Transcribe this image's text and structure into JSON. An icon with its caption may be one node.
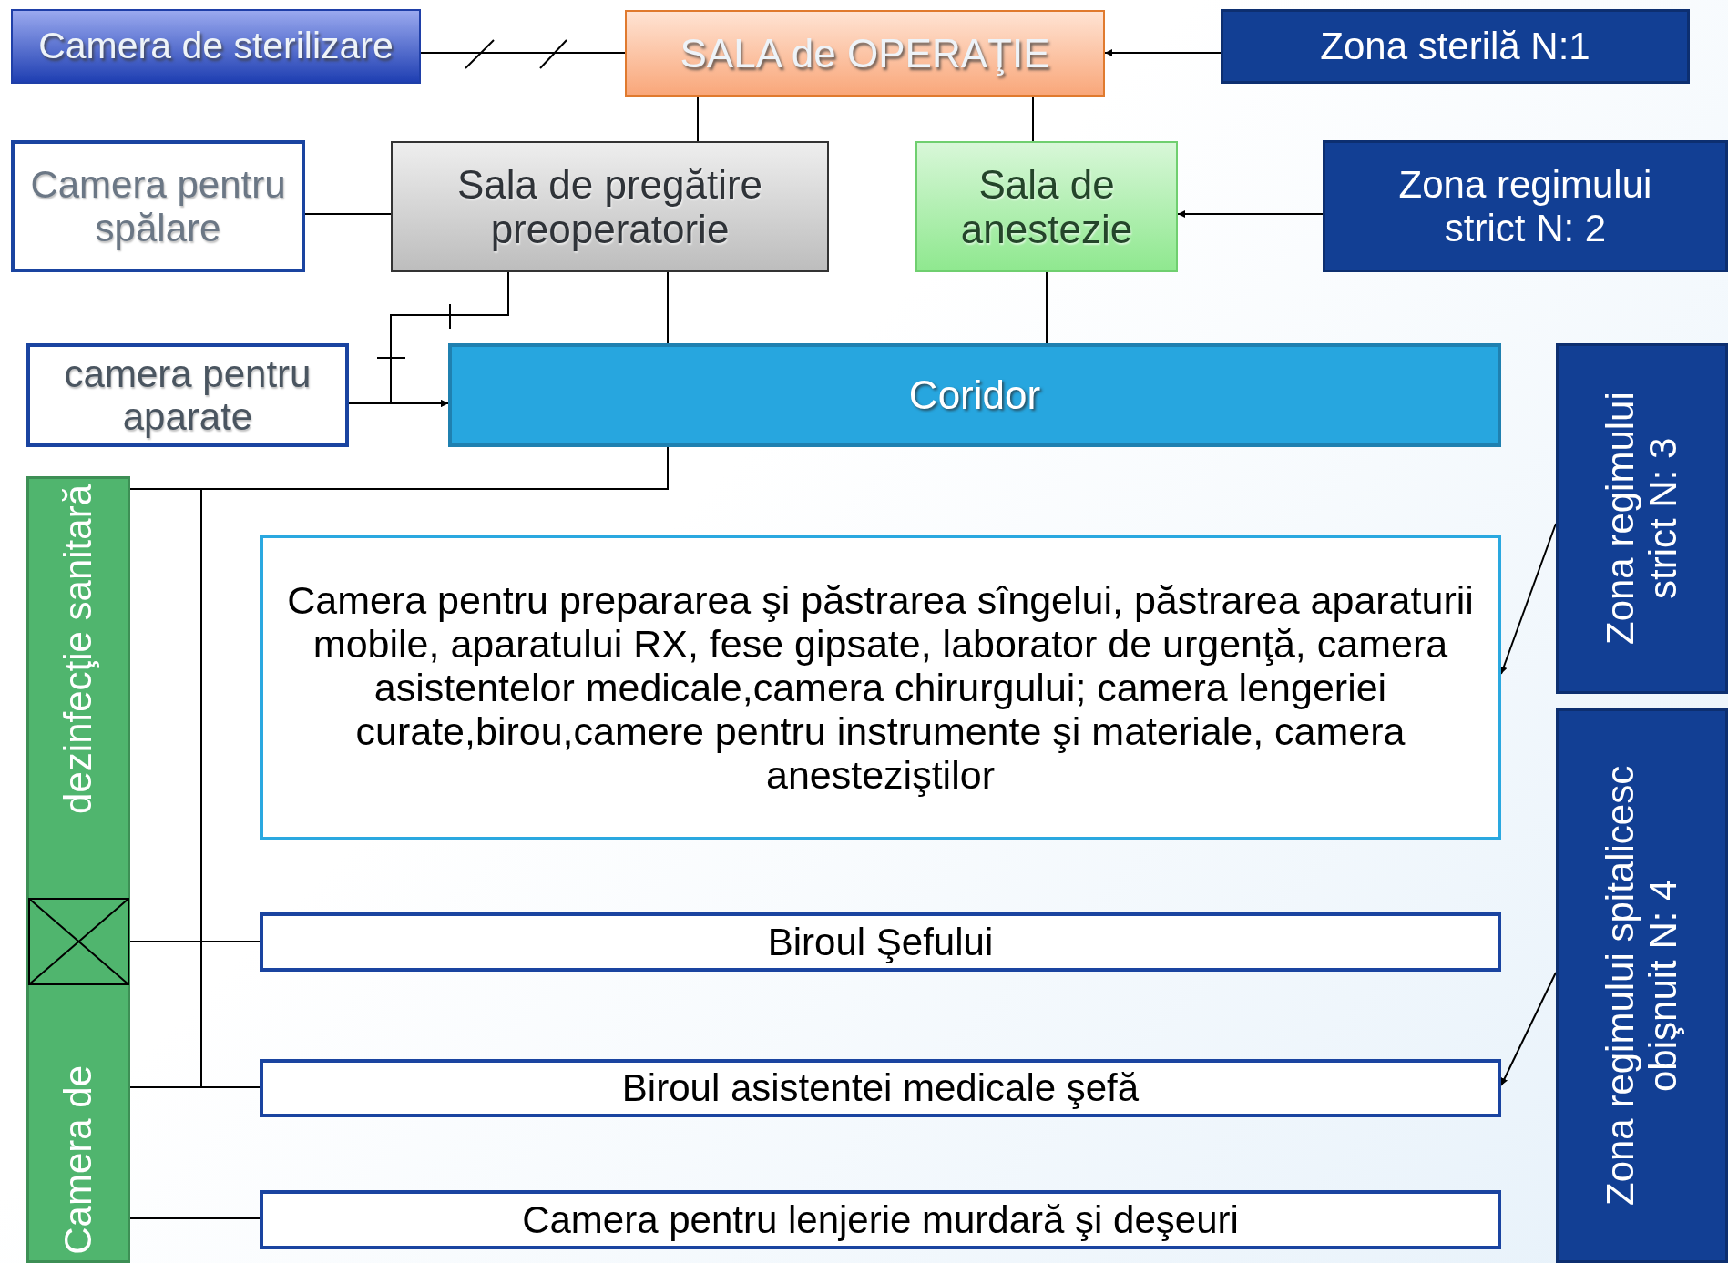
{
  "diagram": {
    "nodes": [
      {
        "text": [
          "Camera de sterilizare"
        ]
      },
      {
        "text": [
          "SALA de OPERAŢIE"
        ]
      },
      {
        "text": [
          "Zona sterilă N:1"
        ]
      },
      {
        "text": [
          "Camera pentru spălare"
        ]
      },
      {
        "text": [
          "Sala de pregătire preoperatorie"
        ]
      },
      {
        "text": [
          "Sala de anestezie"
        ]
      },
      {
        "text": [
          "Zona regimului strict N: 2"
        ]
      },
      {
        "text": [
          "camera pentru aparate"
        ]
      },
      {
        "text": [
          "Coridor"
        ]
      },
      {
        "text": [
          "Zona regimului strict N: 3"
        ]
      },
      {
        "text": [
          "Camera de",
          "dezinfecţie sanitară"
        ]
      },
      {
        "text": [
          "Camera pentru prepararea şi păstrarea sîngelui, păstrarea aparaturii mobile, aparatului RX, fese gipsate, laborator de urgenţă, camera asistentelor medicale,camera chirurgului; camera lengeriei curate,birou,camere  pentru instrumente şi materiale, camera anesteziştilor"
        ]
      },
      {
        "text": [
          "Zona regimului spitalicesc obişnuit N: 4"
        ]
      },
      {
        "text": [
          "Biroul Şefului"
        ]
      },
      {
        "text": [
          "Biroul asistentei medicale şefă"
        ]
      },
      {
        "text": [
          "Camera pentru lenjerie murdară şi deşeuri"
        ]
      }
    ],
    "edges": [
      {
        "from": 0,
        "to": 1,
        "arrow": "none"
      },
      {
        "from": 2,
        "to": 1,
        "arrow": "to"
      },
      {
        "from": 1,
        "to": 4,
        "arrow": "none"
      },
      {
        "from": 1,
        "to": 5,
        "arrow": "none"
      },
      {
        "from": 3,
        "to": 4,
        "arrow": "none"
      },
      {
        "from": 6,
        "to": 5,
        "arrow": "to"
      },
      {
        "from": 4,
        "to": 8,
        "arrow": "none"
      },
      {
        "from": 5,
        "to": 8,
        "arrow": "none"
      },
      {
        "from": 7,
        "to": 8,
        "arrow": "to"
      },
      {
        "from": 4,
        "to": 8,
        "arrow": "to"
      },
      {
        "from": 8,
        "to": 10,
        "arrow": "none"
      },
      {
        "from": 8,
        "to": 14,
        "arrow": "none"
      },
      {
        "from": 10,
        "to": 13,
        "arrow": "none"
      },
      {
        "from": 10,
        "to": 14,
        "arrow": "none"
      },
      {
        "from": 10,
        "to": 15,
        "arrow": "none"
      },
      {
        "from": 9,
        "to": 11,
        "arrow": "to"
      },
      {
        "from": 12,
        "to": 14,
        "arrow": "to"
      }
    ]
  }
}
